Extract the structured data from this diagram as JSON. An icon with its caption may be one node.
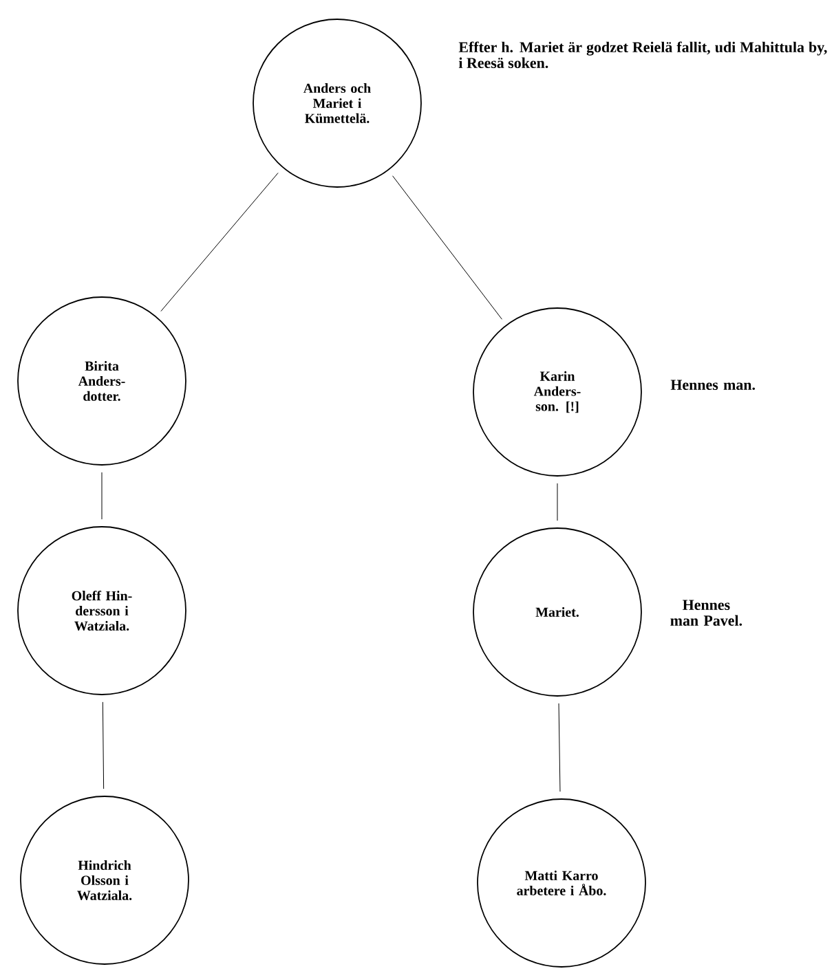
{
  "diagram": {
    "nodes": [
      {
        "text": [
          "Anders och Mariet i Kümettelä."
        ],
        "beside": [
          "Effter h. Mariet är godzet Reielä fallit, udi Mahittula by, i Reesä soken."
        ]
      },
      {
        "text": [
          "Birita Anders- dotter."
        ]
      },
      {
        "text": [
          "Karin Anders- son. [!]"
        ],
        "beside": [
          "Hennes man."
        ]
      },
      {
        "text": [
          "Oleff Hin- dersson i Watziala."
        ]
      },
      {
        "text": [
          "Mariet."
        ],
        "beside": [
          "Hennes man Pavel."
        ]
      },
      {
        "text": [
          "Hindrich Olsson i Watziala."
        ]
      },
      {
        "text": [
          "Matti Karro arbetere i Åbo."
        ]
      }
    ],
    "edges": [
      {
        "from": 0,
        "to": 1,
        "arrow": "none"
      },
      {
        "from": 0,
        "to": 2,
        "arrow": "none"
      },
      {
        "from": 1,
        "to": 3,
        "arrow": "none"
      },
      {
        "from": 2,
        "to": 4,
        "arrow": "none"
      },
      {
        "from": 3,
        "to": 5,
        "arrow": "none"
      },
      {
        "from": 4,
        "to": 6,
        "arrow": "none"
      }
    ]
  }
}
